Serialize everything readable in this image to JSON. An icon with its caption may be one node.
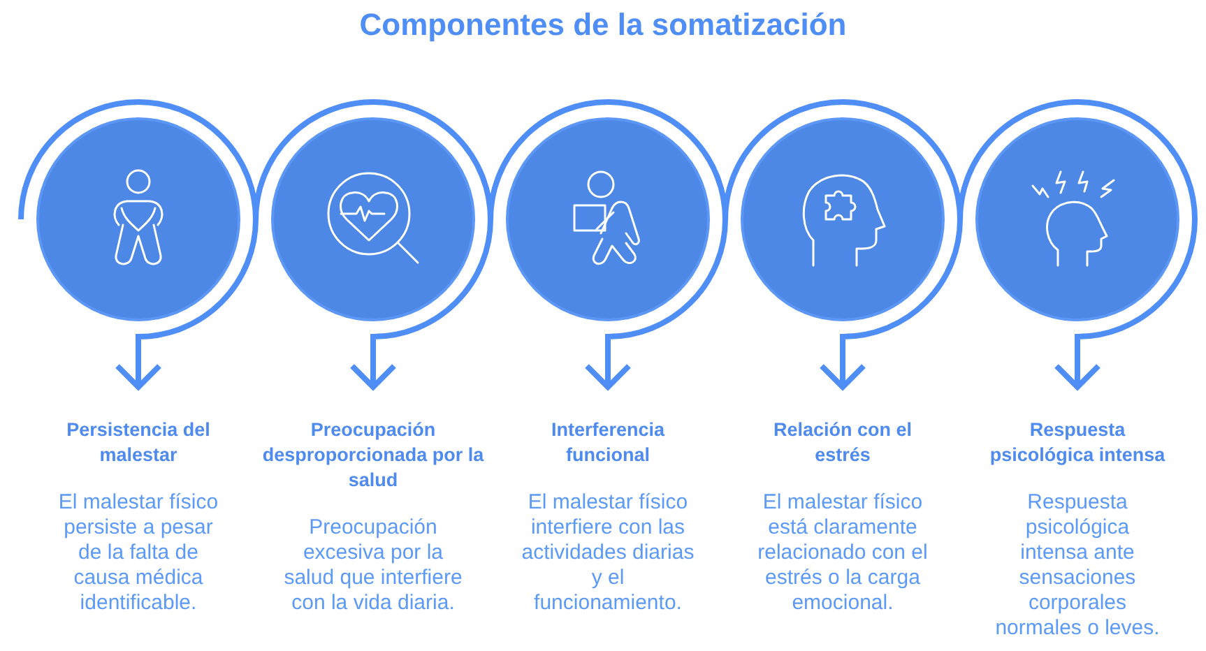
{
  "diagram": {
    "title": "Componentes de la somatización",
    "nodes": [
      {
        "text": [],
        "shape": "circle"
      },
      {
        "text": [],
        "shape": "circle"
      },
      {
        "text": [],
        "shape": "circle"
      },
      {
        "text": [],
        "shape": "circle"
      },
      {
        "text": [],
        "shape": "circle"
      },
      {
        "text": [
          "Persistencia del malestar",
          "El malestar físico persiste a pesar de la falta de causa médica identificable."
        ]
      },
      {
        "text": [
          "Preocupación desproporcionada por la salud",
          "Preocupación excesiva por la salud que interfiere con la vida diaria."
        ]
      },
      {
        "text": [
          "Interferencia funcional",
          "El malestar físico interfiere con las actividades diarias y el funcionamiento."
        ]
      },
      {
        "text": [
          "Relación con el estrés",
          "El malestar físico está claramente relacionado con el estrés o la carga emocional."
        ]
      },
      {
        "text": [
          "Respuesta psicológica intensa",
          "Respuesta psicológica intensa ante sensaciones corporales normales o leves."
        ]
      }
    ],
    "edges": [
      {
        "from": 0,
        "to": 5,
        "arrow": "to"
      },
      {
        "from": 1,
        "to": 6,
        "arrow": "to"
      },
      {
        "from": 2,
        "to": 7,
        "arrow": "to"
      },
      {
        "from": 3,
        "to": 8,
        "arrow": "to"
      },
      {
        "from": 4,
        "to": 9,
        "arrow": "to"
      }
    ]
  }
}
